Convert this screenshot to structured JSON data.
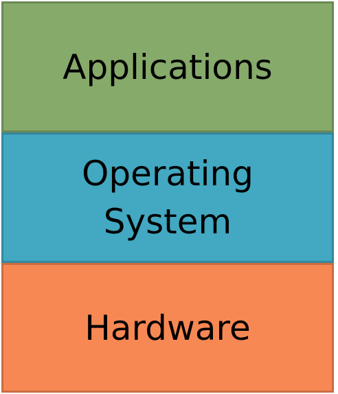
{
  "layers": [
    {
      "label": "Applications",
      "fill": "#86aa6a",
      "border": "#6a8a54"
    },
    {
      "label": "Operating\nSystem",
      "fill": "#43a8c1",
      "border": "#34879c"
    },
    {
      "label": "Hardware",
      "fill": "#f88853",
      "border": "#c96c42"
    }
  ]
}
